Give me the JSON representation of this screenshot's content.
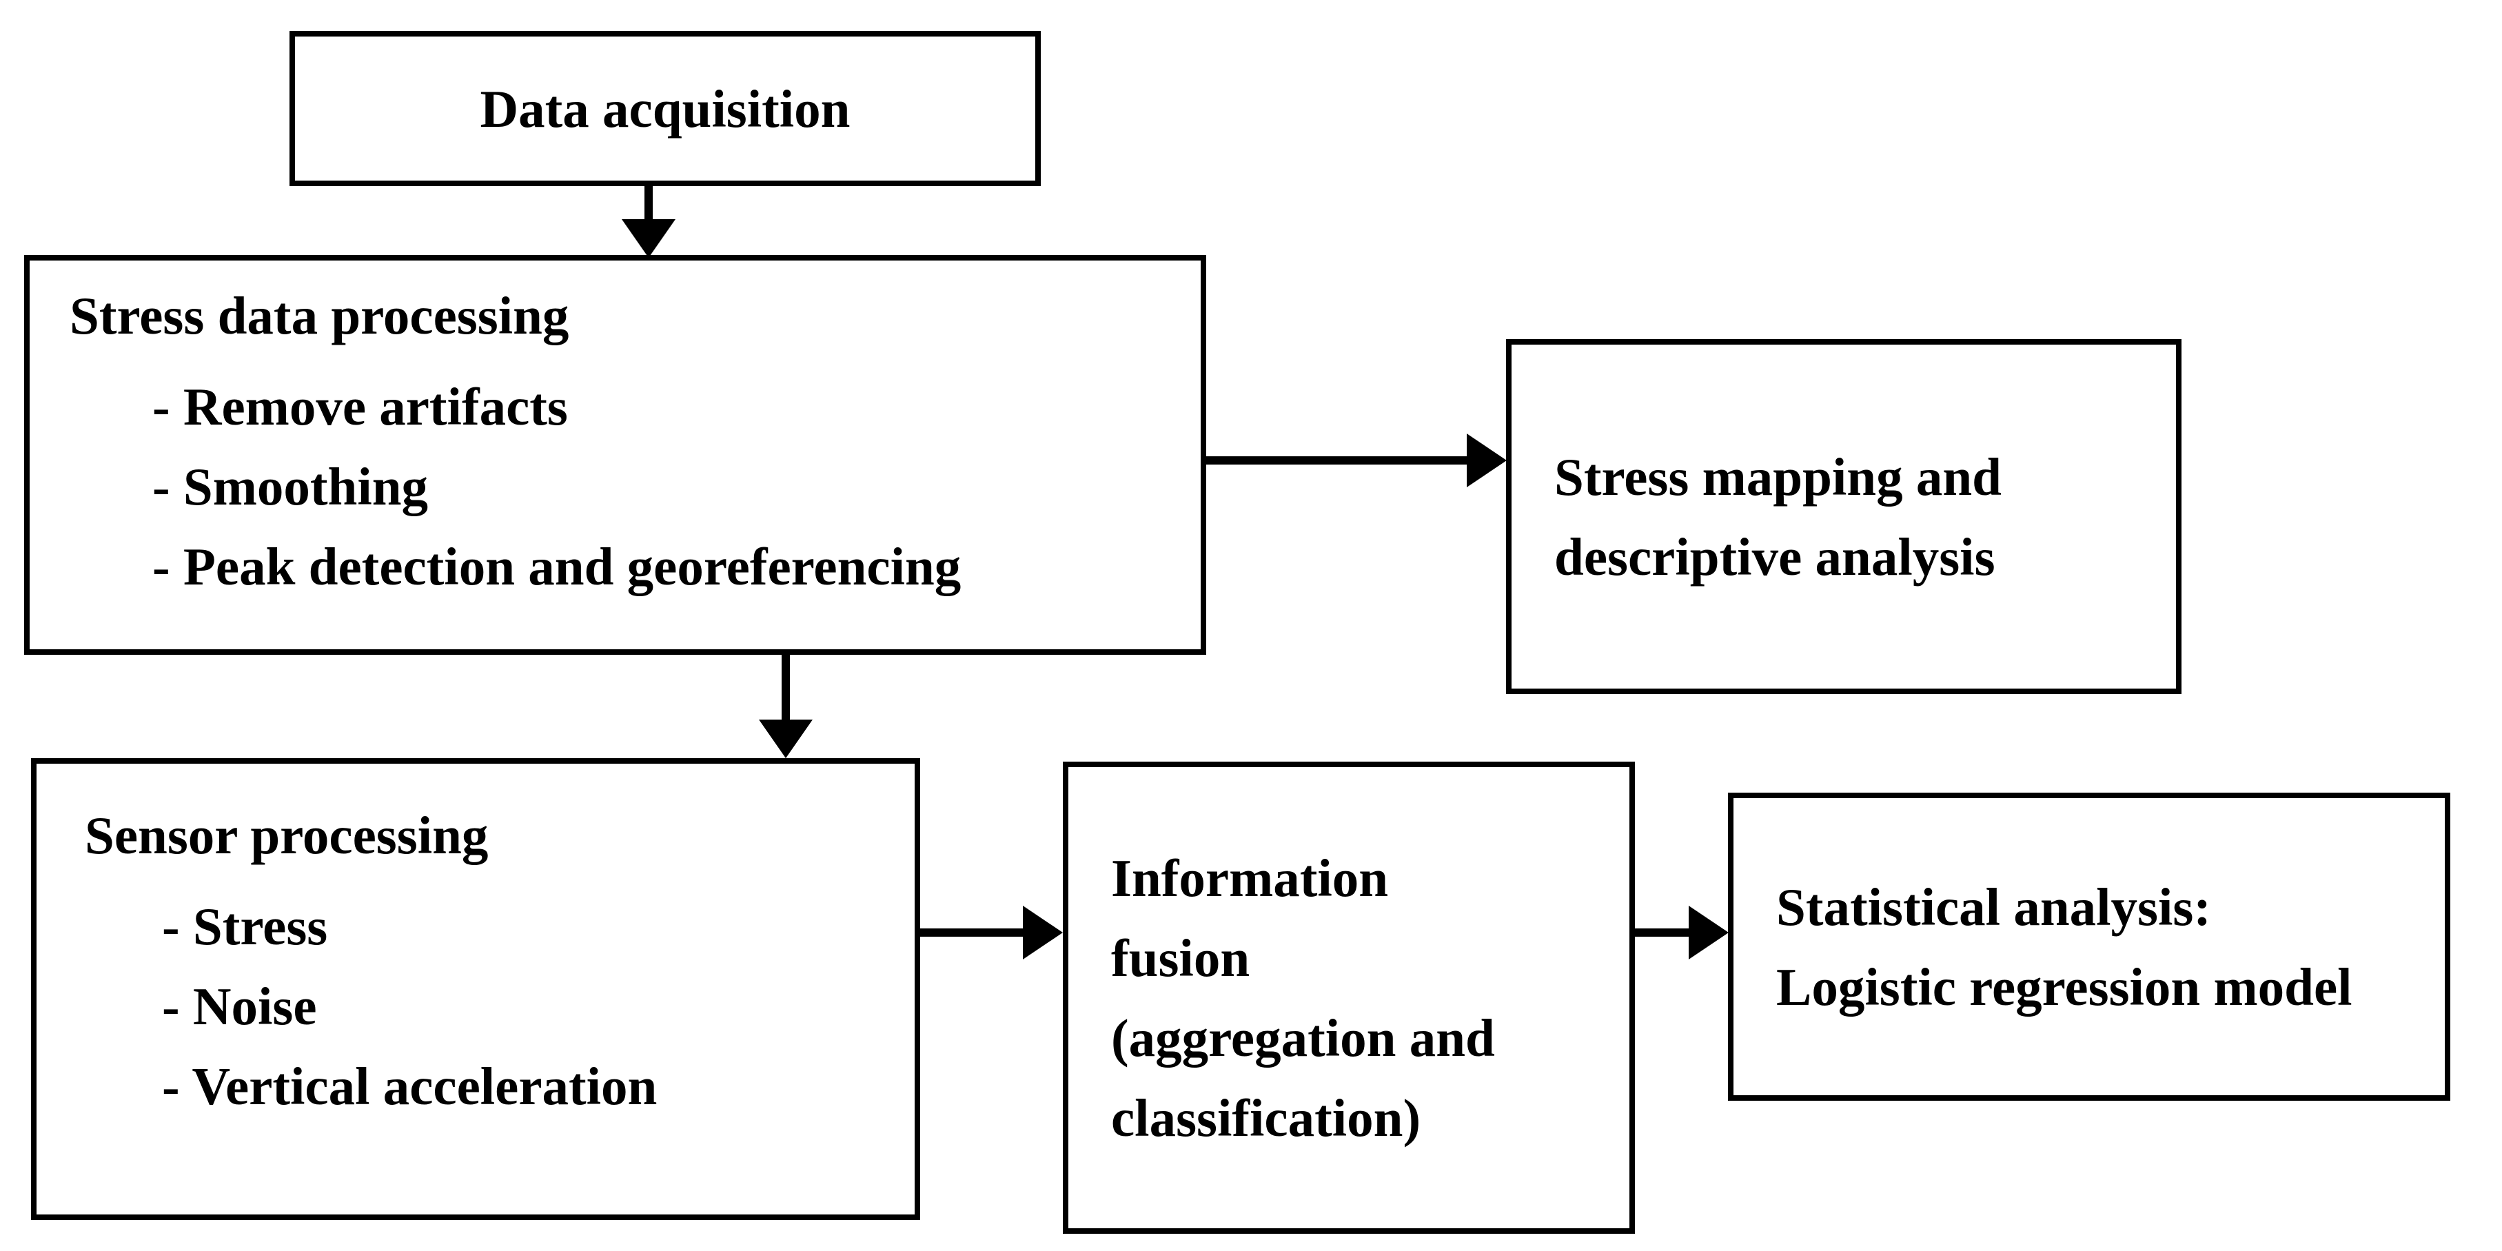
{
  "diagram": {
    "background_color": "#ffffff",
    "line_color": "#000000",
    "boxes": {
      "data_acquisition": {
        "title": "Data acquisition"
      },
      "stress_data_processing": {
        "title": "Stress data processing",
        "items": [
          "- Remove artifacts",
          "- Smoothing",
          "- Peak detection and georeferencing"
        ]
      },
      "stress_mapping": {
        "lines": [
          "Stress mapping and",
          "descriptive analysis"
        ]
      },
      "sensor_processing": {
        "title": "Sensor processing",
        "items": [
          "- Stress",
          "- Noise",
          "- Vertical acceleration"
        ]
      },
      "information_fusion": {
        "lines": [
          "Information",
          "fusion",
          "(aggregation and",
          "classification)"
        ]
      },
      "statistical_analysis": {
        "lines": [
          "Statistical analysis:",
          "Logistic regression model"
        ]
      }
    },
    "arrows": [
      {
        "from": "data_acquisition",
        "to": "stress_data_processing",
        "direction": "down"
      },
      {
        "from": "stress_data_processing",
        "to": "stress_mapping",
        "direction": "right"
      },
      {
        "from": "stress_data_processing",
        "to": "sensor_processing",
        "direction": "down"
      },
      {
        "from": "sensor_processing",
        "to": "information_fusion",
        "direction": "right"
      },
      {
        "from": "information_fusion",
        "to": "statistical_analysis",
        "direction": "right"
      }
    ]
  }
}
